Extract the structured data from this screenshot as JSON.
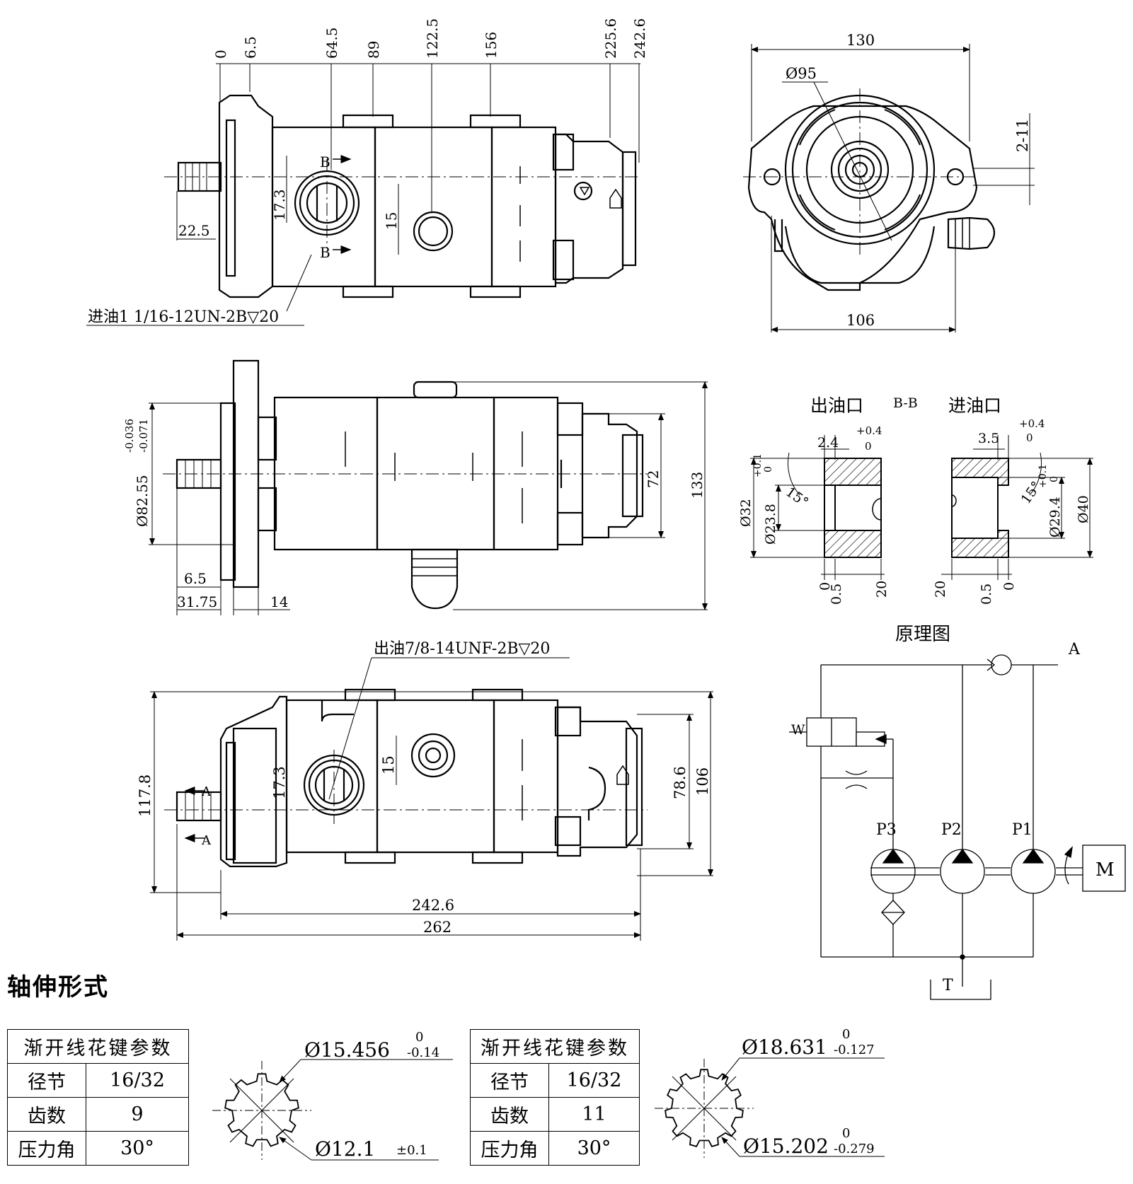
{
  "top_view": {
    "ticks": [
      "0",
      "6.5",
      "64.5",
      "89",
      "122.5",
      "156",
      "225.6",
      "242.6"
    ],
    "dim_17_3": "17.3",
    "dim_15": "15",
    "dim_22_5": "22.5",
    "section_label": "B",
    "inlet_callout": "进油1 1/16-12UN-2B▽20"
  },
  "end_view": {
    "width_top": "130",
    "dia": "Ø95",
    "holes": "2-11",
    "width_bottom": "106"
  },
  "side_view": {
    "shaft_dia": "Ø82.55",
    "tol_upper": "-0.036",
    "tol_lower": "-0.071",
    "dim_72": "72",
    "dim_right": "133",
    "dim_6_5": "6.5",
    "dim_31_75": "31.75",
    "dim_14": "14"
  },
  "port_section": {
    "outlet_title": "出油口",
    "section": "B-B",
    "inlet_title": "进油口",
    "out_2_4": "2.4",
    "out_tol": "+0.4",
    "out_tol0": "0",
    "out_tol_side": "+0.1",
    "out_tol_side0": "0",
    "out_angle": "15°",
    "out_d32": "Ø32",
    "out_d23_8": "Ø23.8",
    "out_b0": "0",
    "out_b05": "0.5",
    "out_b20": "20",
    "in_3_5": "3.5",
    "in_tol": "+0.4",
    "in_tol0": "0",
    "in_tol_side": "+0.1",
    "in_tol_side0": "0",
    "in_angle": "15°",
    "in_d29_4": "Ø29.4",
    "in_d40": "Ø40",
    "in_b20": "20",
    "in_b05": "0.5",
    "in_b0": "0"
  },
  "bottom_view": {
    "outlet_callout": "出油7/8-14UNF-2B▽20",
    "dim_117_8": "117.8",
    "dim_17_3": "17.3",
    "dim_15": "15",
    "dim_78_6": "78.6",
    "dim_106": "106",
    "dim_242_6": "242.6",
    "dim_262": "262",
    "section_label": "A"
  },
  "schematic": {
    "title": "原理图",
    "port_a": "A",
    "port_t": "T",
    "valve_w": "W",
    "pumps": [
      "P3",
      "P2",
      "P1"
    ],
    "motor": "M"
  },
  "shaft": {
    "title": "轴伸形式",
    "tables": [
      {
        "header": "渐开线花键参数",
        "rows": [
          [
            "径节",
            "16/32"
          ],
          [
            "齿数",
            "9"
          ],
          [
            "压力角",
            "30°"
          ]
        ]
      },
      {
        "header": "渐开线花键参数",
        "rows": [
          [
            "径节",
            "16/32"
          ],
          [
            "齿数",
            "11"
          ],
          [
            "压力角",
            "30°"
          ]
        ]
      }
    ],
    "spline1": {
      "outer": "Ø15.456",
      "outer_up": "0",
      "outer_lo": "-0.14",
      "inner": "Ø12.1",
      "inner_tol": "±0.1"
    },
    "spline2": {
      "outer": "Ø18.631",
      "outer_up": "0",
      "outer_lo": "-0.127",
      "inner": "Ø15.202",
      "inner_up": "0",
      "inner_lo": "-0.279"
    }
  }
}
